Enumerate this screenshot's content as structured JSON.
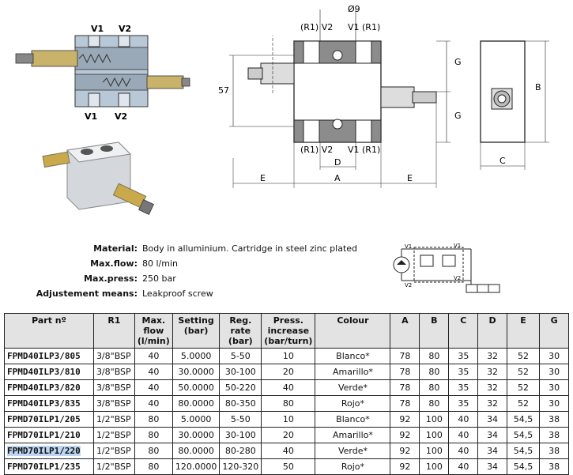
{
  "drawing": {
    "left_ports": {
      "top_left": "V1",
      "top_right": "V2",
      "bottom_left": "V1",
      "bottom_right": "V2"
    },
    "diameter": "Ø9",
    "top_ports": {
      "left": "(R1) V2",
      "right": "V1 (R1)"
    },
    "bottom_ports": {
      "left": "(R1) V2",
      "right": "V1 (R1)"
    },
    "dim_57": "57",
    "dim_g_top": "G",
    "dim_g_bottom": "G",
    "dim_d": "D",
    "dim_e_left": "E",
    "dim_a": "A",
    "dim_e_right": "E",
    "dim_b": "B",
    "dim_c": "C",
    "schematic_v1_top": "V1",
    "schematic_v1_bottom": "V1",
    "schematic_v2_top": "V2",
    "schematic_v2_bottom": "V2"
  },
  "specs": [
    {
      "label": "Material:",
      "value": "Body in alluminium. Cartridge in steel zinc plated"
    },
    {
      "label": "Max.flow:",
      "value": "80 l/min"
    },
    {
      "label": "Max.press:",
      "value": "250 bar"
    },
    {
      "label": "Adjustement means:",
      "value": "Leakproof screw"
    }
  ],
  "table": {
    "headers": {
      "part": "Part nº",
      "r1": "R1",
      "flow": "Max. flow (l/min)",
      "setting": "Setting (bar)",
      "reg": "Reg. rate (bar)",
      "press": "Press. increase (bar/turn)",
      "colour": "Colour",
      "a": "A",
      "b": "B",
      "c": "C",
      "d": "D",
      "e": "E",
      "g": "G"
    },
    "rows": [
      {
        "part": "FPMD40ILP3/805",
        "r1": "3/8\"BSP",
        "flow": "40",
        "setting": "5.0000",
        "reg": "5-50",
        "press": "10",
        "colour": "Blanco*",
        "a": "78",
        "b": "80",
        "c": "35",
        "d": "32",
        "e": "52",
        "g": "30"
      },
      {
        "part": "FPMD40ILP3/810",
        "r1": "3/8\"BSP",
        "flow": "40",
        "setting": "30.0000",
        "reg": "30-100",
        "press": "20",
        "colour": "Amarillo*",
        "a": "78",
        "b": "80",
        "c": "35",
        "d": "32",
        "e": "52",
        "g": "30"
      },
      {
        "part": "FPMD40ILP3/820",
        "r1": "3/8\"BSP",
        "flow": "40",
        "setting": "50.0000",
        "reg": "50-220",
        "press": "40",
        "colour": "Verde*",
        "a": "78",
        "b": "80",
        "c": "35",
        "d": "32",
        "e": "52",
        "g": "30"
      },
      {
        "part": "FPMD40ILP3/835",
        "r1": "3/8\"BSP",
        "flow": "40",
        "setting": "80.0000",
        "reg": "80-350",
        "press": "80",
        "colour": "Rojo*",
        "a": "78",
        "b": "80",
        "c": "35",
        "d": "32",
        "e": "52",
        "g": "30"
      },
      {
        "part": "FPMD70ILP1/205",
        "r1": "1/2\"BSP",
        "flow": "80",
        "setting": "5.0000",
        "reg": "5-50",
        "press": "10",
        "colour": "Blanco*",
        "a": "92",
        "b": "100",
        "c": "40",
        "d": "34",
        "e": "54,5",
        "g": "38"
      },
      {
        "part": "FPMD70ILP1/210",
        "r1": "1/2\"BSP",
        "flow": "80",
        "setting": "30.0000",
        "reg": "30-100",
        "press": "20",
        "colour": "Amarillo*",
        "a": "92",
        "b": "100",
        "c": "40",
        "d": "34",
        "e": "54,5",
        "g": "38"
      },
      {
        "part": "FPMD70ILP1/220",
        "r1": "1/2\"BSP",
        "flow": "80",
        "setting": "80.0000",
        "reg": "80-280",
        "press": "40",
        "colour": "Verde*",
        "a": "92",
        "b": "100",
        "c": "40",
        "d": "34",
        "e": "54,5",
        "g": "38"
      },
      {
        "part": "FPMD70ILP1/235",
        "r1": "1/2\"BSP",
        "flow": "80",
        "setting": "120.0000",
        "reg": "120-320",
        "press": "50",
        "colour": "Rojo*",
        "a": "92",
        "b": "100",
        "c": "40",
        "d": "34",
        "e": "54,5",
        "g": "38"
      }
    ],
    "selected_row": 6
  }
}
